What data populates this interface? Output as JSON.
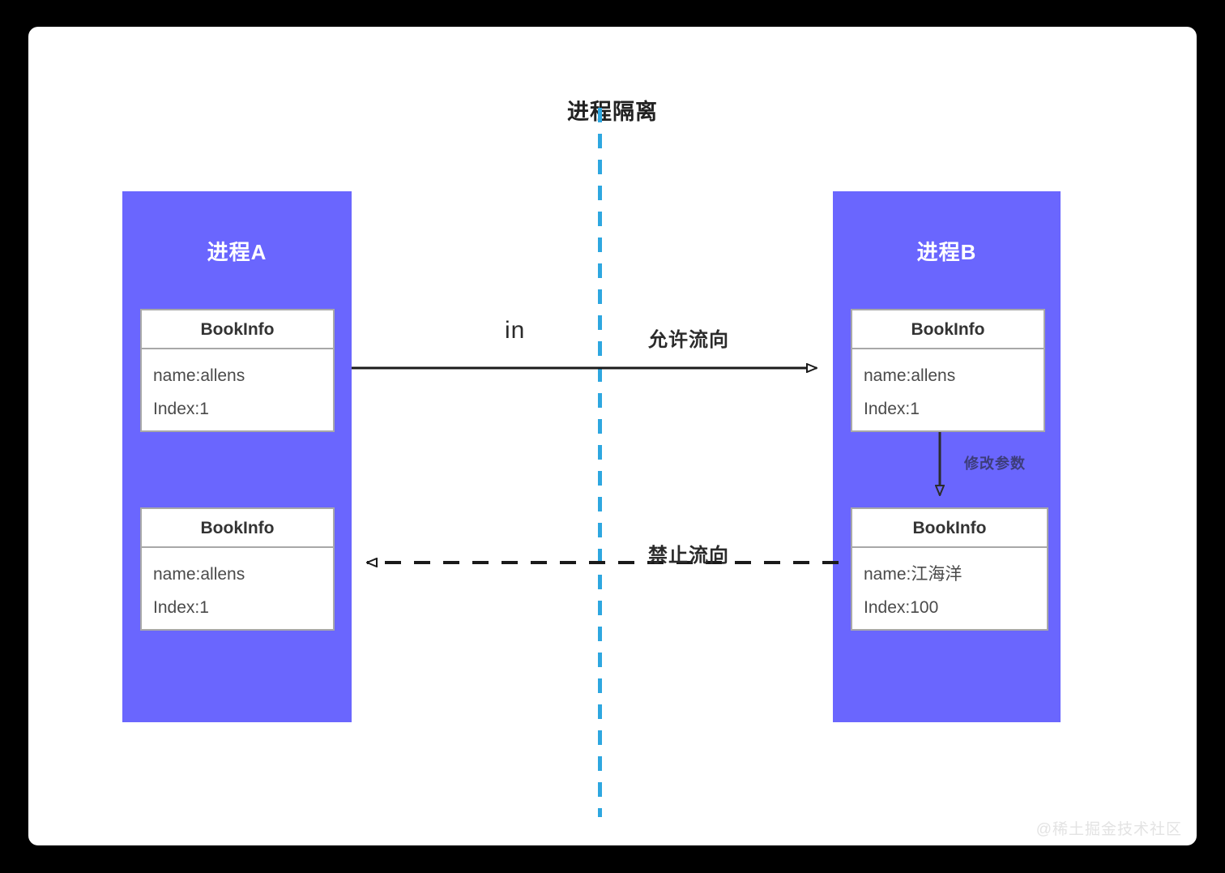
{
  "diagram": {
    "title": "进程隔离",
    "watermark": "@稀土掘金技术社区"
  },
  "divider": {
    "name": "process-isolation-boundary",
    "color": "#2ea7e0",
    "style": "dashed-vertical"
  },
  "processes": [
    {
      "id": "process-a",
      "title": "进程A",
      "color": "#6a66fe",
      "cards": [
        {
          "id": "card-a-1",
          "header": "BookInfo",
          "rows": [
            "name:allens",
            "Index:1"
          ]
        },
        {
          "id": "card-a-2",
          "header": "BookInfo",
          "rows": [
            "name:allens",
            "Index:1"
          ]
        }
      ]
    },
    {
      "id": "process-b",
      "title": "进程B",
      "color": "#6a66fe",
      "cards": [
        {
          "id": "card-b-1",
          "header": "BookInfo",
          "rows": [
            "name:allens",
            "Index:1"
          ]
        },
        {
          "id": "card-b-2",
          "header": "BookInfo",
          "rows": [
            "name:江海洋",
            "Index:100"
          ]
        }
      ],
      "inner_edge_label": "修改参数"
    }
  ],
  "edges": [
    {
      "id": "edge-allow",
      "label_left": "in",
      "label_right": "允许流向",
      "style": "solid",
      "direction": "a-to-b",
      "arrowhead": "hollow-triangle"
    },
    {
      "id": "edge-forbid",
      "label_right": "禁止流向",
      "style": "dashed",
      "direction": "b-to-a",
      "arrowhead": "hollow-triangle"
    }
  ],
  "colors": {
    "process_fill": "#6a66fe",
    "divider": "#2ea7e0",
    "card_border": "#a8a8a8",
    "canvas": "#ffffff",
    "page": "#000000"
  }
}
